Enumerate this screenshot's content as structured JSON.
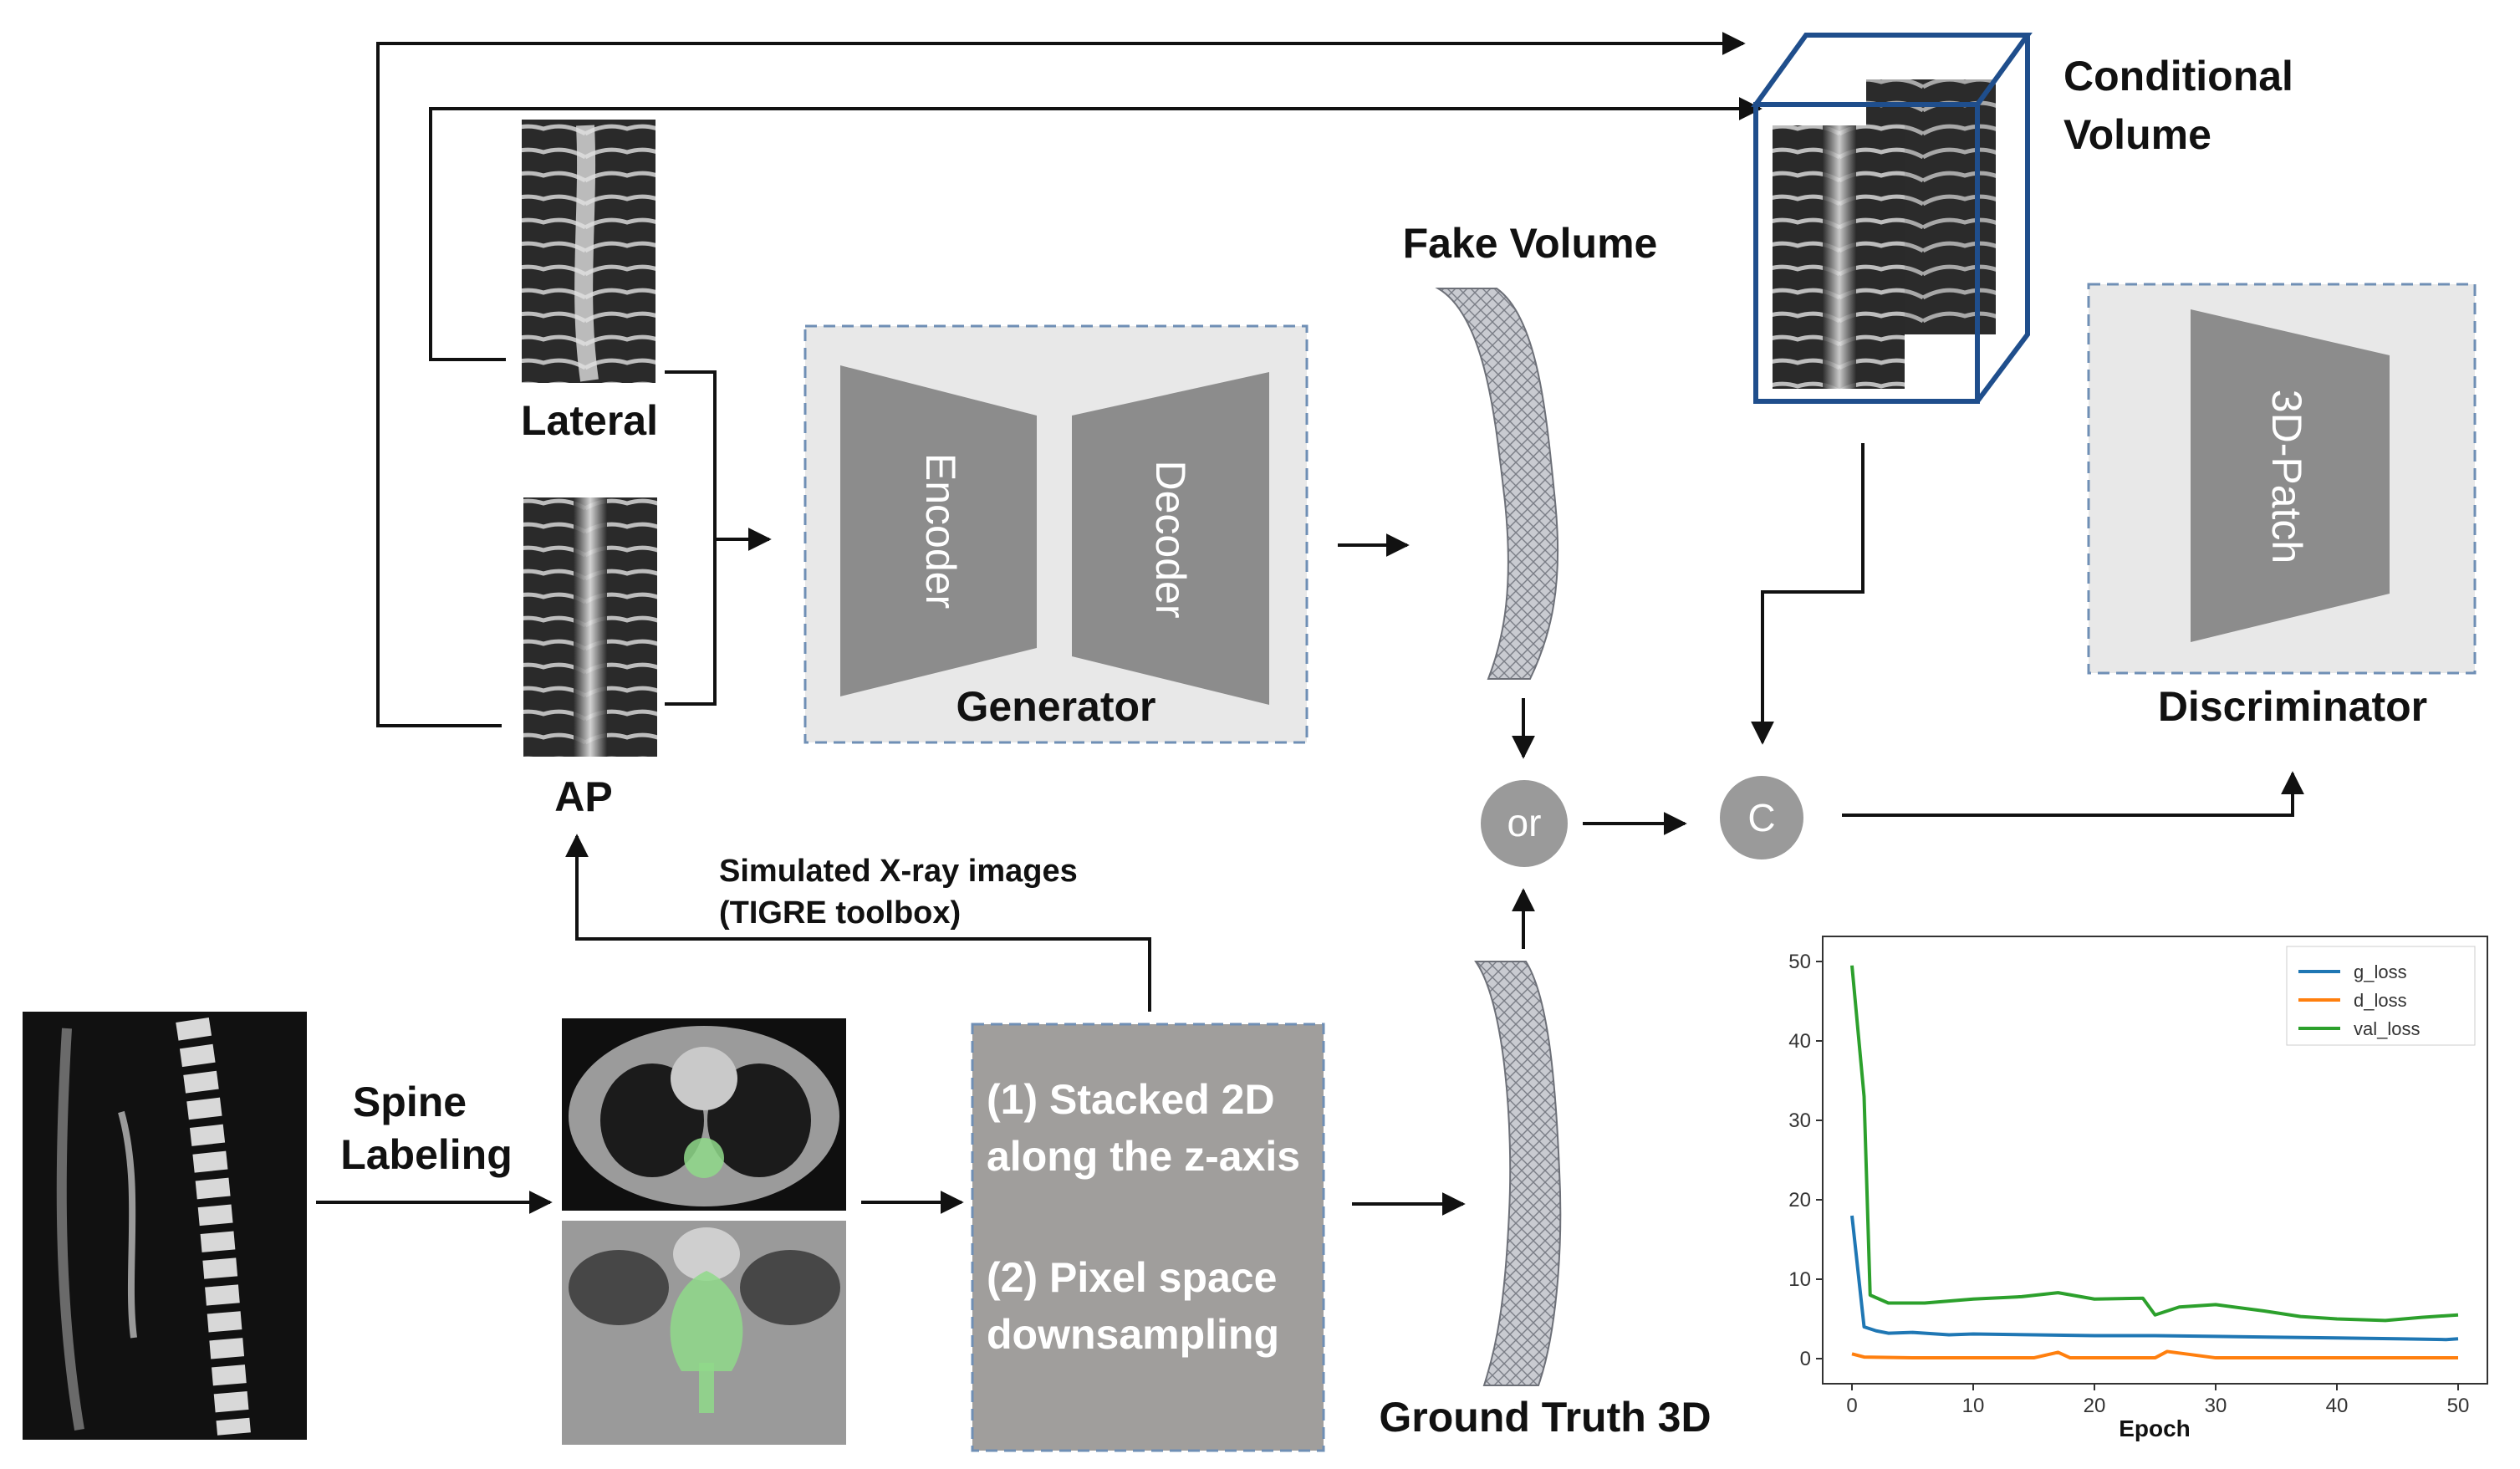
{
  "labels": {
    "lateral": "Lateral",
    "ap": "AP",
    "fake_volume": "Fake Volume",
    "conditional_volume_line1": "Conditional",
    "conditional_volume_line2": "Volume",
    "generator": "Generator",
    "discriminator": "Discriminator",
    "ground_truth": "Ground Truth 3D",
    "spine_labeling_line1": "Spine",
    "spine_labeling_line2": "Labeling",
    "simulated_line1": "Simulated X-ray images",
    "simulated_line2": "(TIGRE toolbox)",
    "encoder": "Encoder",
    "decoder": "Decoder",
    "patch": "3D-Patch",
    "or_node": "or",
    "concat_node": "C",
    "process_step1_line1": "(1) Stacked 2D",
    "process_step1_line2": "along the z-axis",
    "process_step2_line1": "(2) Pixel space",
    "process_step2_line2": "downsampling"
  },
  "colors": {
    "box_fill": "#e8e8e8",
    "box_border": "#6f8fb5",
    "trapezoid": "#8c8c8c",
    "node": "#9a9a9a",
    "cube_edge": "#1f4e8c",
    "process_box": "#a09e9c",
    "segmentation": "#8fd98a"
  },
  "chart_data": {
    "type": "line",
    "xlabel": "Epoch",
    "ylabel": "",
    "xlim": [
      0,
      50
    ],
    "ylim": [
      0,
      50
    ],
    "xticks": [
      0,
      10,
      20,
      30,
      40,
      50
    ],
    "yticks": [
      0,
      10,
      20,
      30,
      40,
      50
    ],
    "legend_position": "top-right",
    "series": [
      {
        "name": "g_loss",
        "color": "#1f77b4",
        "x": [
          0,
          1,
          2,
          3,
          5,
          8,
          10,
          15,
          20,
          25,
          30,
          35,
          40,
          45,
          49,
          50
        ],
        "y": [
          18,
          4,
          3.5,
          3.2,
          3.3,
          3.0,
          3.1,
          3.0,
          2.9,
          2.9,
          2.8,
          2.7,
          2.6,
          2.5,
          2.4,
          2.5
        ]
      },
      {
        "name": "d_loss",
        "color": "#ff7f0e",
        "x": [
          0,
          1,
          5,
          10,
          15,
          17,
          18,
          20,
          25,
          26,
          30,
          40,
          50
        ],
        "y": [
          0.6,
          0.2,
          0.1,
          0.1,
          0.1,
          0.8,
          0.1,
          0.1,
          0.1,
          0.9,
          0.1,
          0.1,
          0.1
        ]
      },
      {
        "name": "val_loss",
        "color": "#2ca02c",
        "x": [
          0,
          1,
          1.5,
          3,
          6,
          10,
          14,
          17,
          20,
          24,
          25,
          27,
          30,
          34,
          37,
          40,
          44,
          47,
          50
        ],
        "y": [
          49.5,
          33,
          8,
          7,
          7,
          7.5,
          7.8,
          8.3,
          7.5,
          7.6,
          5.5,
          6.5,
          6.8,
          6.0,
          5.3,
          5.0,
          4.8,
          5.2,
          5.5
        ]
      }
    ]
  }
}
